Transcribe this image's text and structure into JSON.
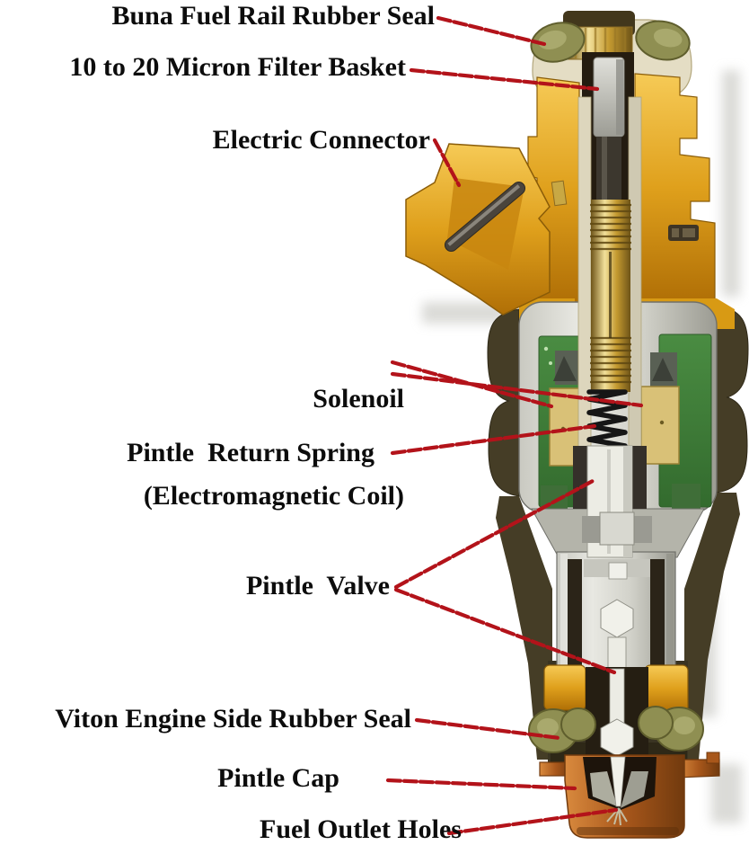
{
  "diagram": {
    "type": "labeled-cutaway-diagram",
    "subject": "Fuel injector cross-section",
    "background": "#ffffff",
    "label_style": {
      "text_color": "#0c0c0c",
      "leader_line_color": "#b3131a"
    },
    "labels": [
      {
        "id": "buna-fuel-rail-rubber-seal",
        "text": "Buna Fuel Rail Rubber Seal",
        "points_to": "fuel-rail-rubber-seal"
      },
      {
        "id": "micron-filter-basket",
        "text": "10 to 20 Micron Filter Basket",
        "points_to": "filter-basket"
      },
      {
        "id": "electric-connector",
        "text": "Electric Connector",
        "points_to": "connector-pin"
      },
      {
        "id": "solenoid-coil",
        "line1": "Solenoil",
        "line2": "(Electromagnetic Coil)",
        "points_to": "solenoid-coil-windings"
      },
      {
        "id": "pintle-return-spring",
        "text": "Pintle  Return Spring",
        "points_to": "return-spring"
      },
      {
        "id": "pintle-valve",
        "text": "Pintle  Valve",
        "points_to": "pintle-valve-shaft"
      },
      {
        "id": "viton-engine-side-rubber-seal",
        "text": "Viton Engine Side Rubber Seal",
        "points_to": "engine-side-rubber-seal"
      },
      {
        "id": "pintle-cap",
        "text": "Pintle Cap",
        "points_to": "pintle-cap"
      },
      {
        "id": "fuel-outlet-holes",
        "text": "Fuel Outlet Holes",
        "points_to": "fuel-outlet-tip"
      }
    ],
    "illustration": {
      "parts": [
        "fuel-rail-rubber-seal-left",
        "fuel-rail-rubber-seal-right",
        "inlet-brass-collar",
        "filter-basket",
        "upper-yellow-body",
        "electric-connector-arm",
        "connector-pin",
        "threaded-armature-shaft",
        "solenoid-housing",
        "circuit-board-left",
        "circuit-board-right",
        "solenoid-coil-left",
        "solenoid-coil-right",
        "pintle-return-spring",
        "pintle-valve-shaft",
        "valve-hex-nut-upper",
        "valve-hex-nut-lower",
        "spacer-ring-left",
        "spacer-ring-right",
        "engine-side-seal-left",
        "engine-side-seal-right",
        "pintle-cap",
        "pintle-needle",
        "fuel-spray-fan"
      ],
      "palette": {
        "body_yellow": "#dfa01c",
        "brass_gold": "#d8b85c",
        "seal_olive": "#8f8f52",
        "housing_gray": "#d2d2ca",
        "coil_windings_tan": "#d9c177",
        "circuit_green": "#41803a",
        "spring_black": "#161616",
        "dark_collar_brown": "#453d26",
        "pintle_cap_brown": "#a8571b",
        "ivory_casing": "#e4ddc4",
        "leader_red": "#b3131a"
      }
    }
  }
}
